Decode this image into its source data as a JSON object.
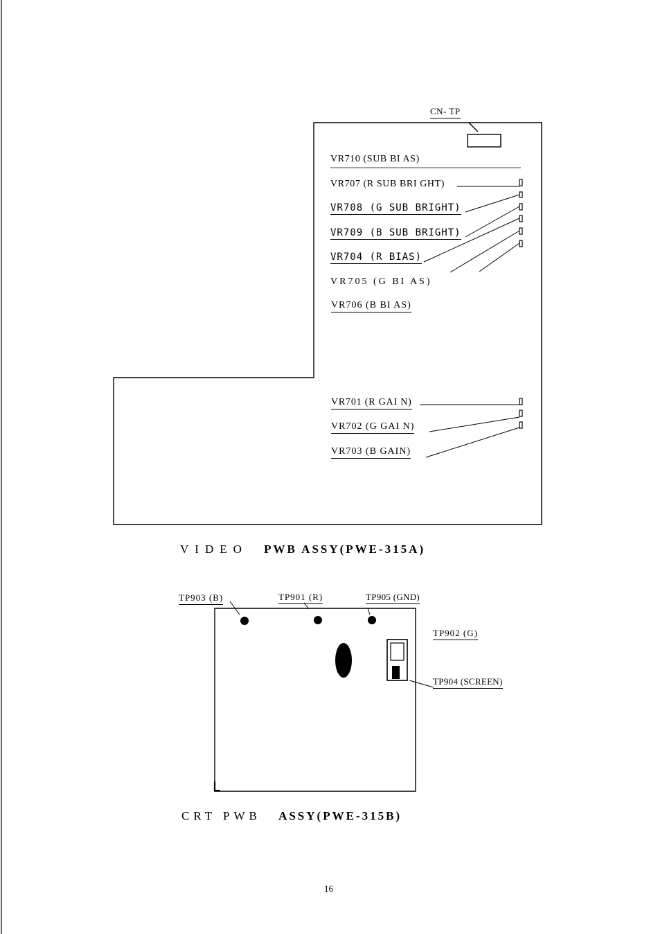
{
  "video_board": {
    "connector_label": "CN- TP",
    "pots_top": [
      {
        "id": "vr710",
        "text": "VR710 (SUB BI AS)"
      },
      {
        "id": "vr707",
        "text": "VR707 (R SUB BRI GHT)"
      },
      {
        "id": "vr708",
        "text": "VR708 (G SUB BRIGHT)"
      },
      {
        "id": "vr709",
        "text": "VR709 (B SUB BRIGHT)"
      },
      {
        "id": "vr704",
        "text": "VR704 (R BIAS)"
      },
      {
        "id": "vr705",
        "text": "VR705 (G BI AS)"
      },
      {
        "id": "vr706",
        "text": "VR706 (B BI AS)"
      }
    ],
    "pots_bottom": [
      {
        "id": "vr701",
        "text": "VR701 (R GAI N)"
      },
      {
        "id": "vr702",
        "text": "VR702 (G GAI N)"
      },
      {
        "id": "vr703",
        "text": "VR703 (B GAIN)"
      }
    ],
    "caption_prefix": "VIDEO",
    "caption_main": "PWB ASSY(PWE-315A)"
  },
  "crt_board": {
    "test_points": [
      {
        "id": "tp903",
        "text": "TP903 (B)"
      },
      {
        "id": "tp901",
        "text": "TP901 (R)"
      },
      {
        "id": "tp905",
        "text": "TP905 (GND)"
      },
      {
        "id": "tp902",
        "text": "TP902 (G)"
      },
      {
        "id": "tp904",
        "text": "TP904 (SCREEN)"
      }
    ],
    "caption_prefix": "CRT PWB",
    "caption_main": "ASSY(PWE-315B)"
  },
  "page_number": "16"
}
